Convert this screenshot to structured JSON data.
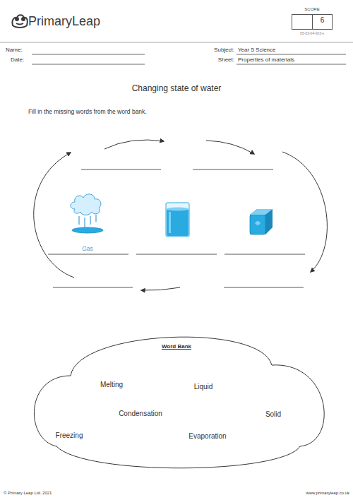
{
  "diagram": {
    "title": "Changing state of water",
    "nodes": [
      {
        "text": [
          "SCORE",
          "6"
        ]
      },
      {
        "text": [
          "Word Bank",
          "Melting",
          "Liquid",
          "Condensation",
          "Solid",
          "Freezing",
          "Evaporation"
        ]
      }
    ],
    "labels": [
      "PrimaryLeap",
      "05-03-04-003-s",
      "Name:",
      "Date:",
      "Subject:",
      "Year 5 Science",
      "Sheet:",
      "Properties of materials",
      "Fill in the missing words from the word bank.",
      "Gas",
      "© Primary Leap Ltd. 2021",
      "www.primaryleap.co.uk"
    ]
  }
}
